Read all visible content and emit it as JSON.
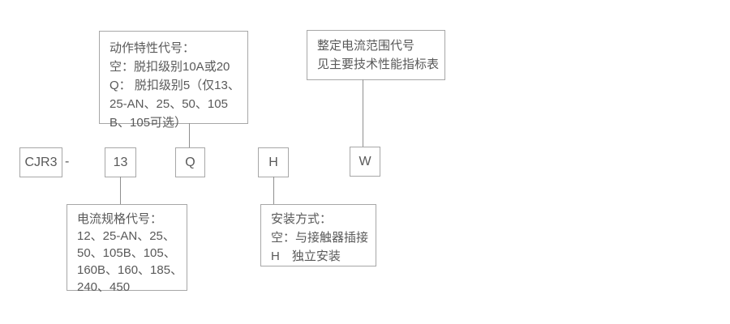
{
  "diagram": {
    "title_semantic": "CJR3 model designation diagram",
    "colors": {
      "background": "#ffffff",
      "box_border": "#a7a7a7",
      "connector": "#8f8f8f",
      "text": "#595959"
    },
    "model": {
      "prefix": "CJR3",
      "separator": "-",
      "current_spec_code": "13",
      "action_characteristic_code": "Q",
      "mounting_code": "H",
      "current_range_code": "W"
    },
    "callouts": {
      "action_characteristic": {
        "lines": [
          "动作特性代号：",
          "空：脱扣级别10A或20",
          "Q： 脱扣级别5（仅13、",
          "25-AN、25、50、105",
          "B、105可选）"
        ]
      },
      "current_range": {
        "lines": [
          "整定电流范围代号",
          "见主要技术性能指标表"
        ]
      },
      "current_spec": {
        "lines": [
          "电流规格代号：",
          "12、25-AN、25、",
          "50、105B、105、",
          "160B、160、185、",
          "240、450"
        ]
      },
      "mounting": {
        "lines": [
          "安装方式：",
          "空：与接触器插接",
          "H　独立安装"
        ]
      }
    }
  }
}
